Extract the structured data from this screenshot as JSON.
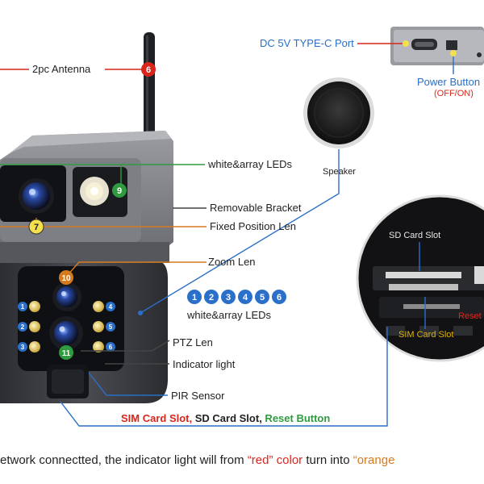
{
  "labels": {
    "antenna": "2pc Antenna",
    "dc_port": "DC 5V TYPE-C Port",
    "power_button": "Power Button",
    "off_on": "(OFF/ON)",
    "speaker": "Speaker",
    "leds_top": "white&array LEDs",
    "bracket": "Removable Bracket",
    "fixed_len": "Fixed Position Len",
    "zoom_len": "Zoom Len",
    "leds_mid": "white&array LEDs",
    "ptz_len": "PTZ Len",
    "indicator": "Indicator light",
    "pir": "PIR Sensor",
    "sd_slot": "SD Card Slot",
    "sim_slot": "SIM Card Slot",
    "reset": "Reset",
    "board_cam_label": "10"
  },
  "slots_line": {
    "sim": "SIM Card Slot,",
    "sd": " SD Card Slot,",
    "reset": " Reset Button"
  },
  "bottom_text": {
    "part1": "etwork connectted, the indicator light will from ",
    "red": "“red” color",
    "part2": " turn into ",
    "orange": "“orange"
  },
  "badges": {
    "n6": "6",
    "n7": "7",
    "n9": "9",
    "n10": "10",
    "n11": "11"
  },
  "led_numbers": [
    "1",
    "2",
    "3",
    "4",
    "5",
    "6"
  ],
  "colors": {
    "red": "#d9261c",
    "green": "#2e9b3f",
    "blue": "#2a6fc9",
    "orange": "#d77a1e",
    "yellow": "#f4e04d",
    "camera_body": "#3a3c40"
  }
}
